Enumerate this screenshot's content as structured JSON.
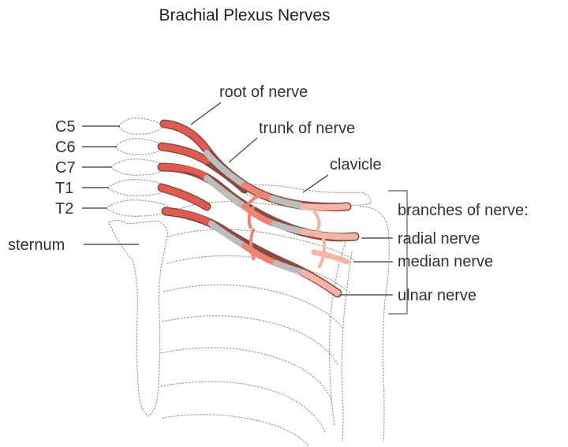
{
  "title": "Brachial Plexus Nerves",
  "labels": {
    "root": "root of nerve",
    "trunk": "trunk of nerve",
    "clavicle": "clavicle",
    "branches": "branches of nerve:",
    "radial": "radial nerve",
    "median": "median nerve",
    "ulnar": "ulnar nerve",
    "sternum": "sternum",
    "c5": "C5",
    "c6": "C6",
    "c7": "C7",
    "t1": "T1",
    "t2": "T2"
  },
  "colors": {
    "root": "#e05a4f",
    "trunk": "#bdbdbd",
    "division": "#ec8576",
    "branch": "#f5b5a6",
    "outline": "#8a4a44",
    "bone": "#9a9a9a"
  }
}
